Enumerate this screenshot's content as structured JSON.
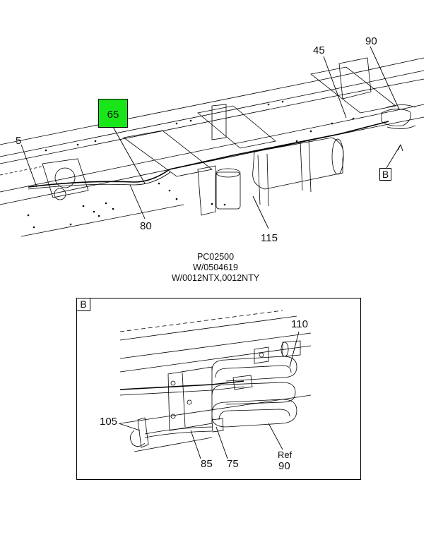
{
  "top_callouts": {
    "c5": "5",
    "c65": "65",
    "c80": "80",
    "c115": "115",
    "c45": "45",
    "c90": "90",
    "cB": "B"
  },
  "caption": {
    "line1": "PC02500",
    "line2": "W/0504619",
    "line3": "W/0012NTX,0012NTY"
  },
  "detail": {
    "tag": "B",
    "c110": "110",
    "c105": "105",
    "c85": "85",
    "c75": "75",
    "ref_word": "Ref",
    "ref_num": "90"
  },
  "colors": {
    "highlight": "#19e619",
    "line": "#000000"
  }
}
